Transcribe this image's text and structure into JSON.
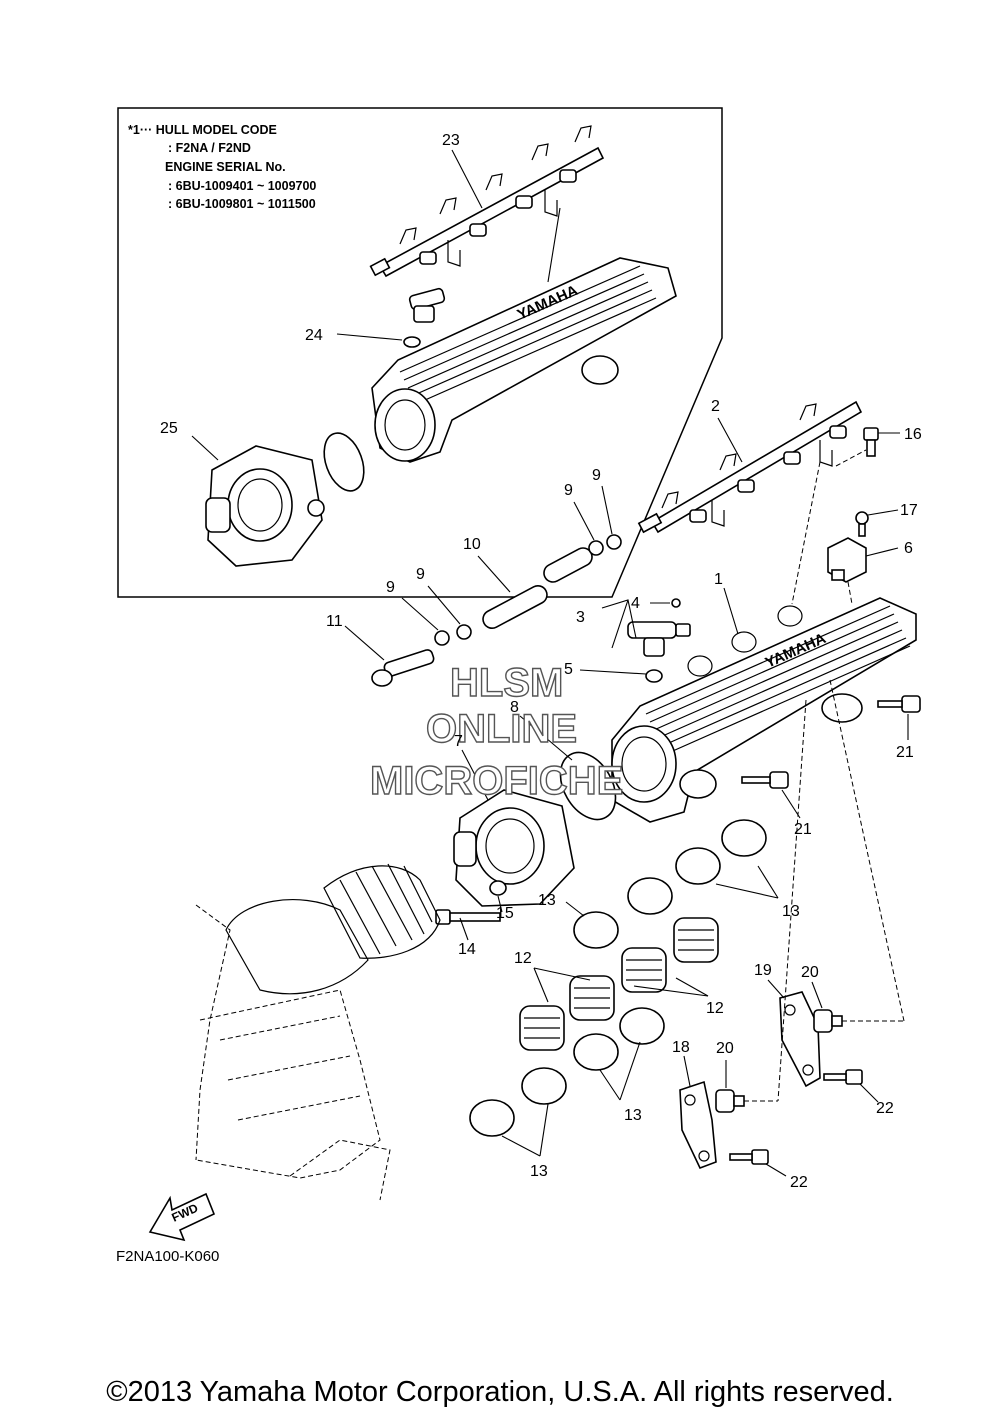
{
  "inset_box": {
    "lines": [
      "*1··· HULL MODEL CODE",
      ": F2NA / F2ND",
      "ENGINE SERIAL No.",
      ": 6BU-1009401 ~ 1009700",
      ": 6BU-1009801 ~ 1011500"
    ]
  },
  "callouts": {
    "c1": "1",
    "c2": "2",
    "c3": "3",
    "c4": "4",
    "c5": "5",
    "c6": "6",
    "c7": "7",
    "c8": "8",
    "c9a": "9",
    "c9b": "9",
    "c9c": "9",
    "c9d": "9",
    "c10": "10",
    "c11": "11",
    "c12a": "12",
    "c12b": "12",
    "c13a": "13",
    "c13b": "13",
    "c13c": "13",
    "c13d": "13",
    "c14": "14",
    "c15": "15",
    "c16": "16",
    "c17": "17",
    "c18": "18",
    "c19": "19",
    "c20a": "20",
    "c20b": "20",
    "c21a": "21",
    "c21b": "21",
    "c22a": "22",
    "c22b": "22",
    "c23": "23",
    "c24": "24",
    "c25": "25"
  },
  "manifold_brand": "YAMAHA",
  "watermark": [
    "HLSM",
    "ONLINE",
    "MICROFICHE"
  ],
  "fwd_label": "FWD",
  "drawing_code": "F2NA100-K060",
  "copyright": "©2013 Yamaha Motor Corporation, U.S.A. All rights reserved."
}
